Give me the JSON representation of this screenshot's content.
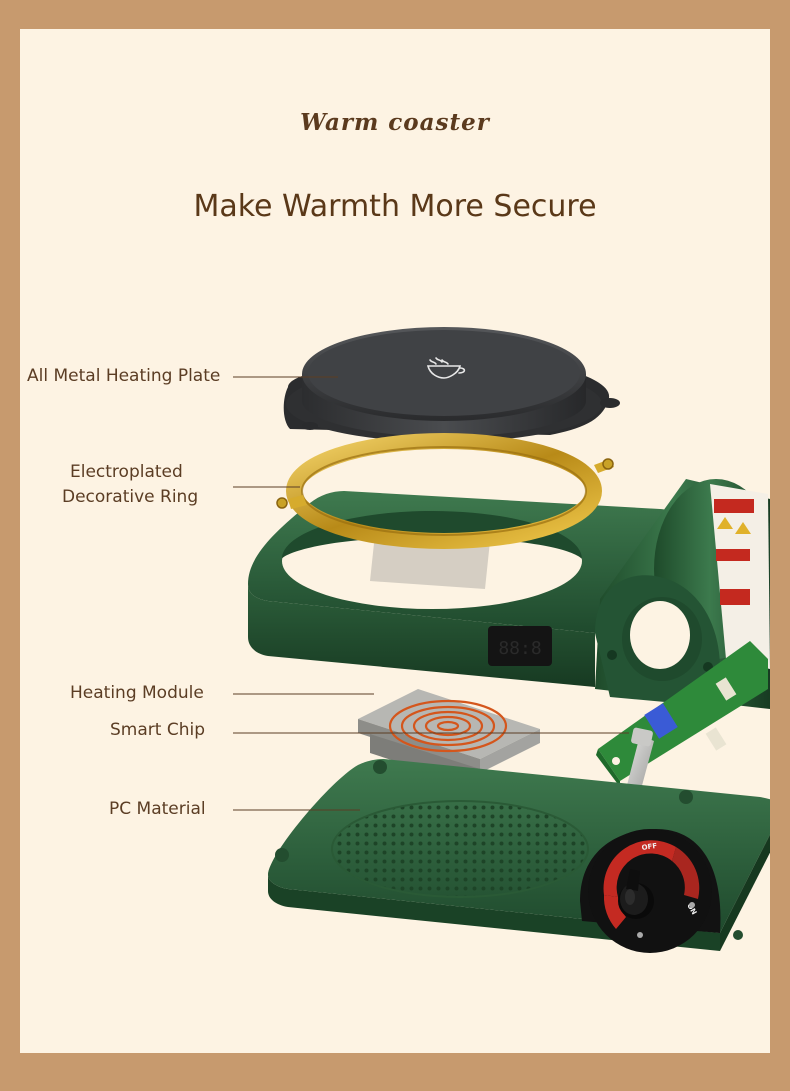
{
  "header": {
    "script_title": "Warm coaster",
    "headline": "Make Warmth More Secure"
  },
  "labels": {
    "plate": "All Metal Heating Plate",
    "ring_line1": "Electroplated",
    "ring_line2": "Decorative Ring",
    "module": "Heating Module",
    "chip": "Smart Chip",
    "material": "PC Material"
  },
  "knob": {
    "off": "OFF",
    "on": "ON"
  },
  "colors": {
    "frame": "#c79a6e",
    "panel": "#fdf3e3",
    "body_green": "#2f5e3c",
    "ring_gold": "#c9a227",
    "plate_dark": "#3a3b3d"
  }
}
